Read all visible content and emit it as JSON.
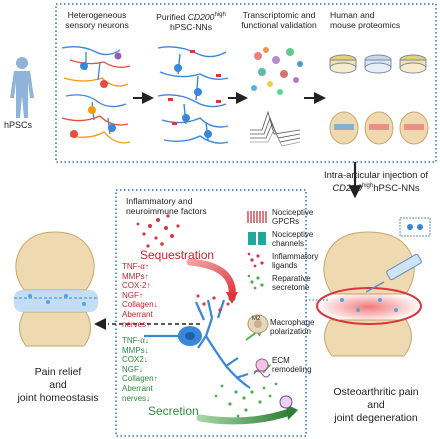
{
  "top_panel": {
    "hpscs_label": "hPSCs",
    "step1": {
      "line1": "Heterogeneous",
      "line2": "sensory neurons"
    },
    "step2": {
      "line1_prefix": "Purified ",
      "line1_gene": "CD200",
      "line1_sup": "high",
      "line2": "hPSC-NNs"
    },
    "step3": {
      "line1": "Transcriptomic and",
      "line2": "functional validation"
    },
    "step4": {
      "line1": "Human and",
      "line2": "mouse proteomics"
    }
  },
  "center_panel": {
    "factors": {
      "line1": "Inflammatory and",
      "line2": "neuroimmune factors"
    },
    "sequestration": "Sequestration",
    "secretion": "Secretion",
    "legend": {
      "gpcr": {
        "line1": "Nociceptive",
        "line2": "GPCRs"
      },
      "channels": {
        "line1": "Nociceptive",
        "line2": "channels"
      },
      "ligands": {
        "line1": "Inflammatory",
        "line2": "ligands"
      },
      "secretome": {
        "line1": "Reparative",
        "line2": "secretome"
      }
    },
    "macrophage": {
      "badge": "M2",
      "line1": "Macrophage",
      "line2": "polarization"
    },
    "ecm": {
      "line1": "ECM",
      "line2": "remodeling"
    },
    "up_list": [
      "TNF-α↑",
      "MMPs↑",
      "COX-2↑",
      "NGF↑",
      "Collagen↓",
      "Aberrant",
      "nerves↑"
    ],
    "down_list": [
      "TNF-α↓",
      "MMPs↓",
      "COX2↓",
      "NGF↓",
      "Collagen↑",
      "Aberrant",
      "nerves↓"
    ]
  },
  "right_panel": {
    "injection": {
      "line1": "Intra-articular injection of",
      "line2_gene": "CD200",
      "line2_sup": "high",
      "line2_rest": "hPSC-NNs"
    },
    "oa": {
      "line1": "Osteoarthritic pain",
      "line2": "and",
      "line3": "joint degeneration"
    }
  },
  "left_panel": {
    "outcome": {
      "line1": "Pain relief",
      "line2": "and",
      "line3": "joint homeostasis"
    }
  },
  "colors": {
    "dotted_border": "#2c6fb7",
    "red_text": "#c0262d",
    "green_text": "#2f8a3c",
    "neuron_blue": "#3a86d8",
    "bone": "#e8d5a8"
  }
}
